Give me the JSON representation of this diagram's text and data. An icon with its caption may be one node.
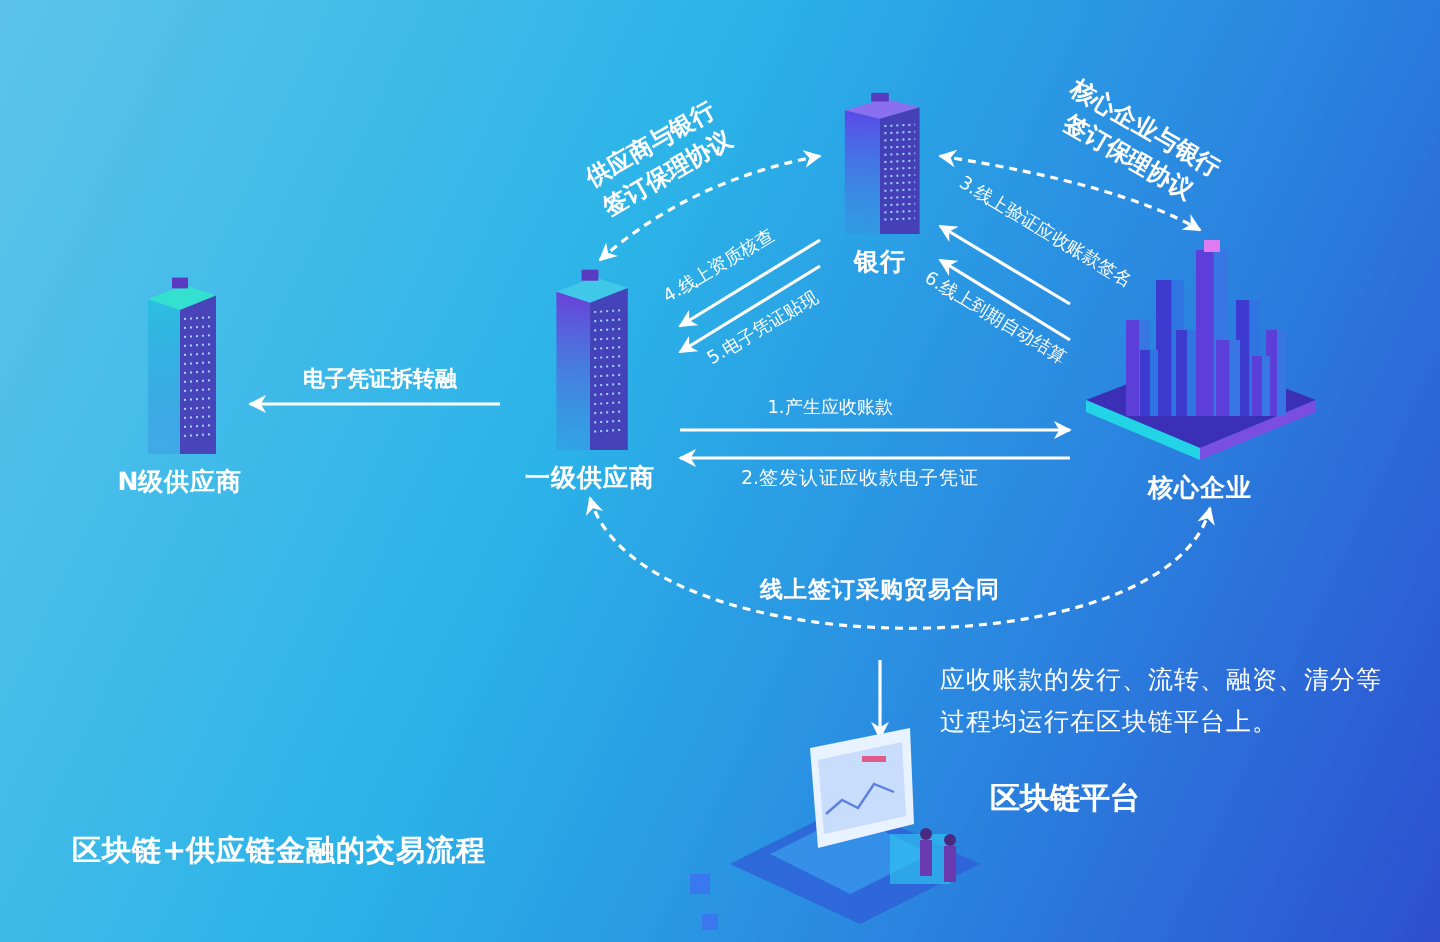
{
  "diagram": {
    "title": "区块链+供应链金融的交易流程",
    "nodes": [
      {
        "text": [
          "N级供应商"
        ]
      },
      {
        "text": [
          "一级供应商"
        ]
      },
      {
        "text": [
          "银行"
        ]
      },
      {
        "text": [
          "核心企业"
        ]
      },
      {
        "text": [
          "区块链平台"
        ]
      }
    ],
    "edges": [
      {
        "from": 1,
        "to": 0,
        "arrow": "to",
        "label": "电子凭证拆转融"
      },
      {
        "from": 1,
        "to": 3,
        "arrow": "to",
        "label": "1.产生应收账款"
      },
      {
        "from": 3,
        "to": 1,
        "arrow": "to",
        "label": "2.签发认证应收款电子凭证"
      },
      {
        "from": 3,
        "to": 2,
        "arrow": "to",
        "label": "3.线上验证应收账款签名"
      },
      {
        "from": 2,
        "to": 1,
        "arrow": "to",
        "label": "4.线上资质核查"
      },
      {
        "from": 2,
        "to": 1,
        "arrow": "to",
        "label": "5.电子凭证贴现"
      },
      {
        "from": 3,
        "to": 2,
        "arrow": "to",
        "label": "6.线上到期自动结算"
      },
      {
        "from": 1,
        "to": 2,
        "arrow": "both",
        "style": "dashed",
        "label": "供应商与银行签订保理协议"
      },
      {
        "from": 2,
        "to": 3,
        "arrow": "both",
        "style": "dashed",
        "label": "核心企业与银行签订保理协议"
      },
      {
        "from": 1,
        "to": 3,
        "arrow": "both",
        "style": "dashed",
        "label": "线上签订采购贸易合同"
      },
      {
        "from": null,
        "to": 4,
        "arrow": "to"
      }
    ],
    "labels": [
      "应收账款的发行、流转、融资、清分等过程均运行在区块链平台上。"
    ]
  }
}
